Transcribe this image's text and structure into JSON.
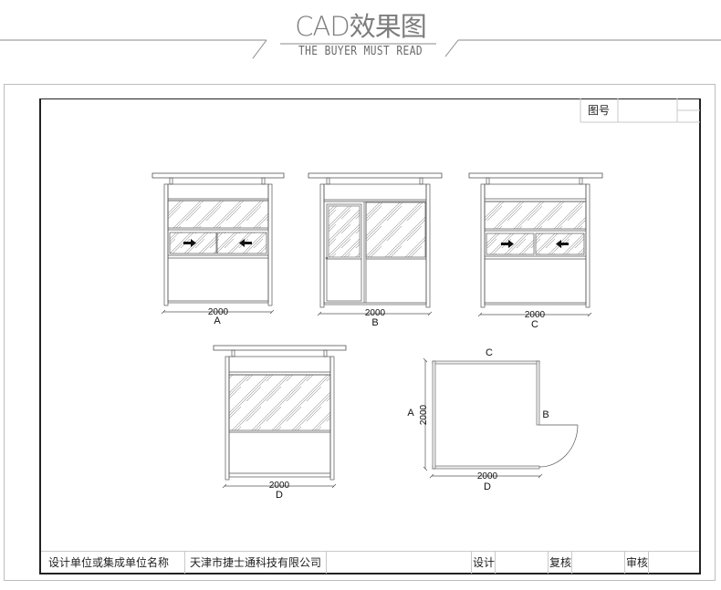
{
  "header": {
    "title": "CAD效果图",
    "subtitle": "THE BUYER MUST READ"
  },
  "title_block": {
    "drawing_no_label": "图号",
    "drawing_no_value": ""
  },
  "views": [
    {
      "id": "A",
      "label": "A",
      "dimension": "2000",
      "type": "elevation-sliding-window",
      "arrows": [
        "right",
        "left"
      ]
    },
    {
      "id": "B",
      "label": "B",
      "dimension": "2000",
      "type": "elevation-door"
    },
    {
      "id": "C",
      "label": "C",
      "dimension": "2000",
      "type": "elevation-sliding-window",
      "arrows": [
        "right",
        "left"
      ]
    },
    {
      "id": "D",
      "label": "D",
      "dimension": "2000",
      "type": "elevation-fixed-window"
    }
  ],
  "plan": {
    "labels": {
      "top": "C",
      "left": "A",
      "right": "B",
      "bottom": "D"
    },
    "width_dimension": "2000",
    "depth_dimension": "2000"
  },
  "footer_table": {
    "unit_label": "设计单位或集成单位名称",
    "unit_value": "天津市捷士通科技有限公司",
    "design_label": "设计",
    "design_value": "",
    "review_label": "复核",
    "review_value": "",
    "approve_label": "审核",
    "approve_value": ""
  }
}
